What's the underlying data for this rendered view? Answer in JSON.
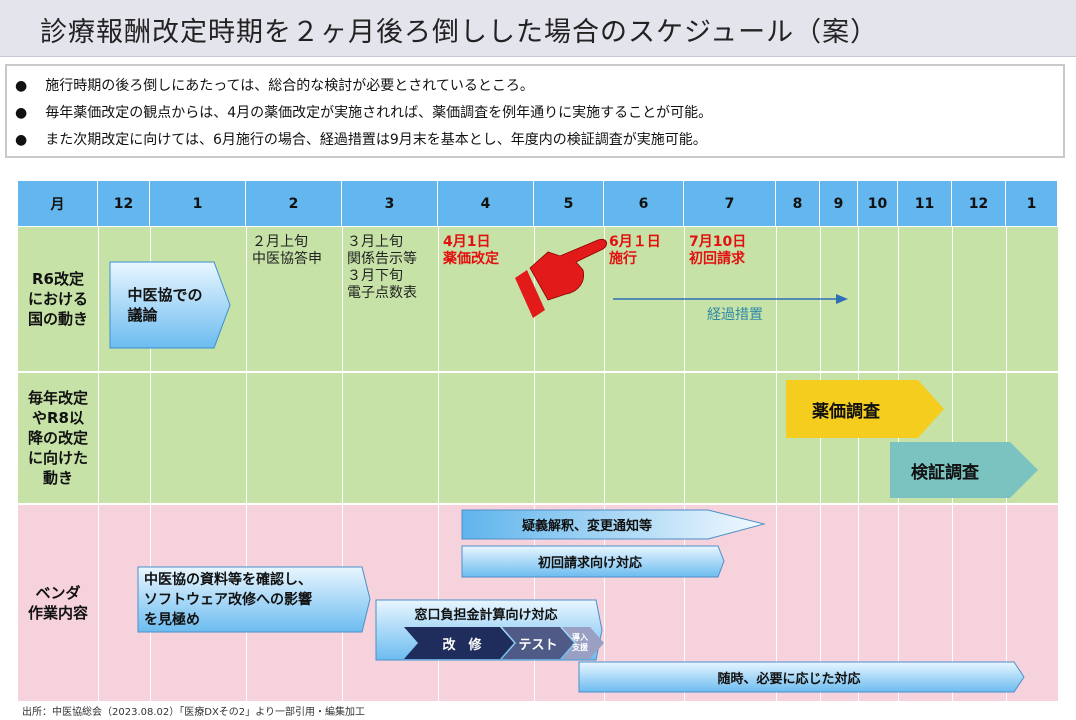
{
  "title": "診療報酬改定時期を２ヶ月後ろ倒しした場合のスケジュール（案）",
  "bullets": [
    "施行時期の後ろ倒しにあたっては、総合的な検討が必要とされているところ。",
    "毎年薬価改定の観点からは、4月の薬価改定が実施されれば、薬価調査を例年通りに実施することが可能。",
    "また次期改定に向けては、6月施行の場合、経過措置は9月末を基本とし、年度内の検証調査が実施可能。"
  ],
  "header": {
    "month_label": "月",
    "months": [
      "12",
      "1",
      "2",
      "3",
      "4",
      "5",
      "6",
      "7",
      "8",
      "9",
      "10",
      "11",
      "12",
      "1"
    ]
  },
  "rows": {
    "r6": "R6改定\nにおける\n国の動き",
    "yearly": "毎年改定\nやR8以\n降の改定\nに向けた\n動き",
    "vendor": "ベンダ\n作業内容"
  },
  "notes": {
    "feb": "２月上旬\n中医協答申",
    "mar": "３月上旬\n関係告示等\n３月下旬\n電子点数表",
    "apr": "4月1日\n薬価改定",
    "jun": "6月１日\n施行",
    "jul": "7月10日\n初回請求"
  },
  "labels": {
    "chuikyo": "中医協での\n議論",
    "transition": "経過措置",
    "yakka": "薬価調査",
    "kensho": "検証調査",
    "gigi": "疑義解釈、変更通知等",
    "shokai": "初回請求向け対応",
    "vendor_check": "中医協の資料等を確認し、\nソフトウェア改修への影響\nを見極め",
    "madoguchi": "窓口負担金計算向け対応",
    "kaishu": "改　修",
    "test": "テスト",
    "donyu": "導入\n支援",
    "zuiji": "随時、必要に応じた対応"
  },
  "source": "出所：中医協総会（2023.08.02）「医療DXその2」より一部引用・編集加工",
  "colors": {
    "header_blue": "#63b6ee",
    "green_band": "#c6e2a6",
    "pink_band": "#f6d3dc",
    "yellow_arrow": "#f5cd1f",
    "teal_arrow": "#7ac3c0",
    "red_text": "#e21010",
    "dark_navy": "#1f2d5c"
  }
}
